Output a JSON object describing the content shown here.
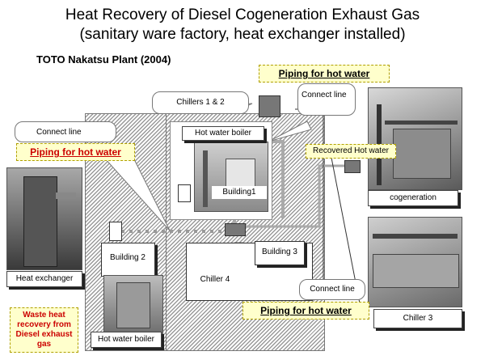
{
  "title_line1": "Heat Recovery of Diesel Cogeneration Exhaust Gas",
  "title_line2": "(sanitary ware factory, heat exchanger installed)",
  "plant": "TOTO Nakatsu Plant (2004)",
  "labels": {
    "piping_top": "Piping for hot water",
    "piping_left": "Piping for hot water",
    "piping_bottom": "Piping for hot water",
    "chillers_12": "Chillers 1 & 2",
    "connect_top": "Connect line",
    "connect_left": "Connect line",
    "connect_bottom": "Connect line",
    "hot_water_boiler_top": "Hot water boiler",
    "recovered_hot_water": "Recovered Hot water",
    "building1": "Building1",
    "cogeneration": "cogeneration",
    "building2": "Building 2",
    "building3": "Building 3",
    "chiller4": "Chiller 4",
    "heat_exchanger": "Heat exchanger",
    "waste_heat": "Waste heat recovery from Diesel exhaust gas",
    "hot_water_boiler_bottom": "Hot water boiler",
    "chiller3": "Chiller 3"
  }
}
